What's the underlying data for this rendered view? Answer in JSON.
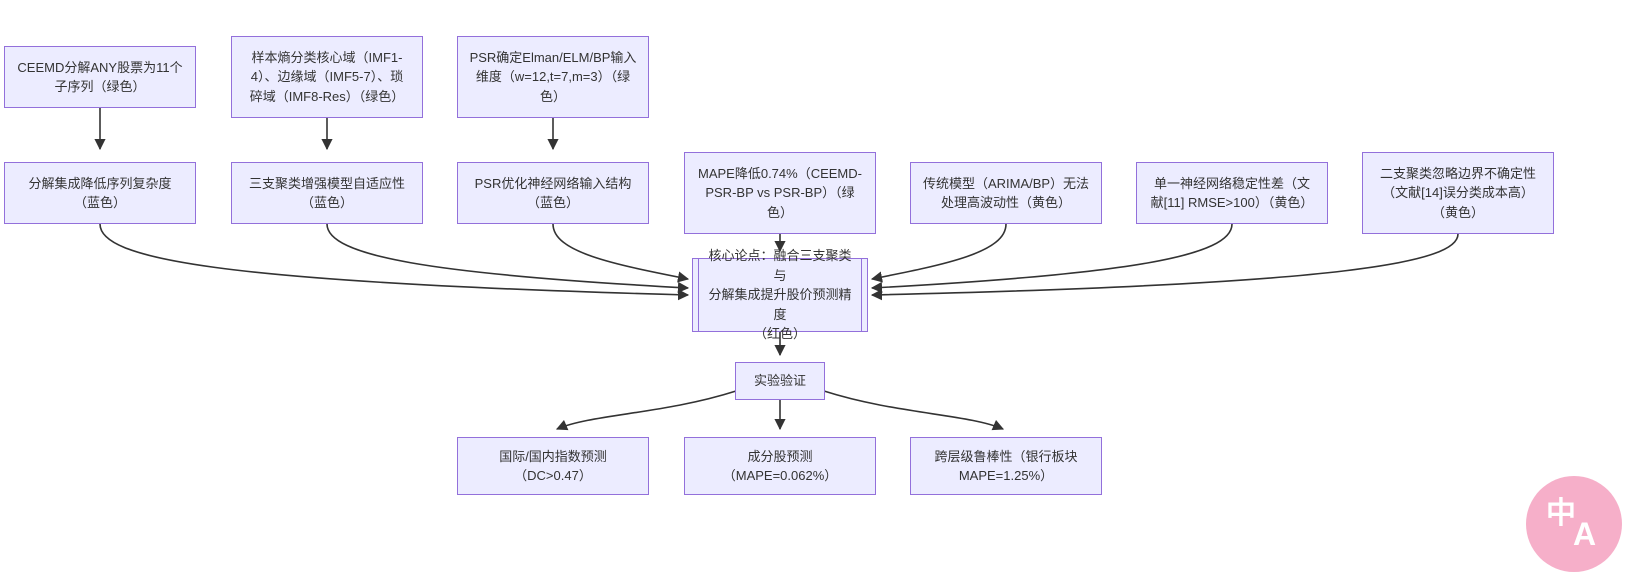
{
  "colors": {
    "nodeFill": "#ECECFF",
    "nodeBorder": "#9370DB",
    "edge": "#333333",
    "text": "#333333",
    "badgePink": "#F6AFC9"
  },
  "nodes": {
    "ceemd": "CEEMD分解ANY股票为11个\n子序列（绿色）",
    "entropy": "样本熵分类核心域（IMF1-\n4）、边缘域（IMF5-7）、琐\n碎域（IMF8-Res）（绿色）",
    "psr_dim": "PSR确定Elman/ELM/BP输入\n维度（w=12,t=7,m=3）（绿\n色）",
    "decomp": "分解集成降低序列复杂度\n（蓝色）",
    "three_way": "三支聚类增强模型自适应性\n（蓝色）",
    "psr_opt": "PSR优化神经网络输入结构\n（蓝色）",
    "mape": "MAPE降低0.74%（CEEMD-\nPSR-BP vs PSR-BP）（绿\n色）",
    "traditional": "传统模型（ARIMA/BP）无法\n处理高波动性（黄色）",
    "single_nn": "单一神经网络稳定性差（文\n献[11] RMSE>100）（黄色）",
    "two_way": "二支聚类忽略边界不确定性\n（文献[14]误分类成本高）\n（黄色）",
    "core": "核心论点：融合三支聚类与\n分解集成提升股价预测精度\n（红色）",
    "experiment": "实验验证",
    "index_pred": "国际/国内指数预测\n（DC>0.47）",
    "stock_pred": "成分股预测\n（MAPE=0.062%）",
    "robustness": "跨层级鲁棒性（银行板块\nMAPE=1.25%）"
  },
  "badge": {
    "zh": "中",
    "a": "A"
  }
}
